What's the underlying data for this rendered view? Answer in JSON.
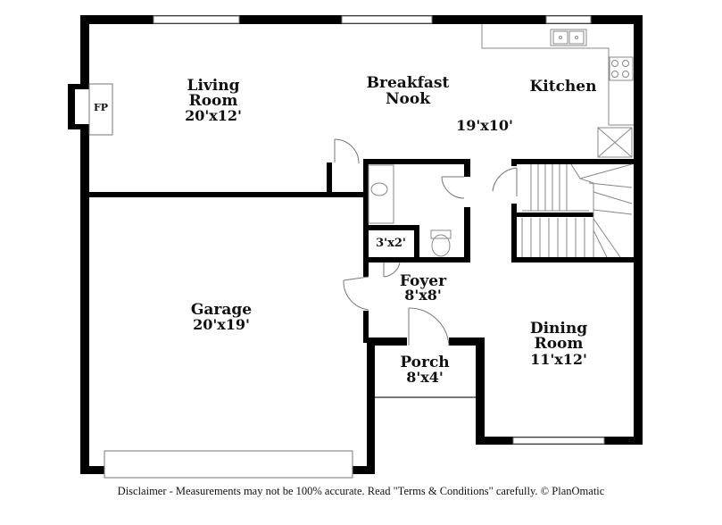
{
  "rooms": {
    "living_room": {
      "name_line1": "Living",
      "name_line2": "Room",
      "dims": "20'x12'"
    },
    "breakfast_nook": {
      "name_line1": "Breakfast",
      "name_line2": "Nook"
    },
    "kitchen": {
      "name": "Kitchen",
      "dims": "19'x10'"
    },
    "fireplace": {
      "label": "FP"
    },
    "garage": {
      "name": "Garage",
      "dims": "20'x19'"
    },
    "closet": {
      "dims": "3'x2'"
    },
    "foyer": {
      "name": "Foyer",
      "dims": "8'x8'"
    },
    "porch": {
      "name": "Porch",
      "dims": "8'x4'"
    },
    "dining_room": {
      "name_line1": "Dining",
      "name_line2": "Room",
      "dims": "11'x12'"
    }
  },
  "disclaimer": "Disclaimer - Measurements may not be 100% accurate. Read \"Terms & Conditions\" carefully. © PlanOmatic",
  "colors": {
    "wall": "#000000",
    "fixture": "#888888",
    "background": "#ffffff"
  }
}
